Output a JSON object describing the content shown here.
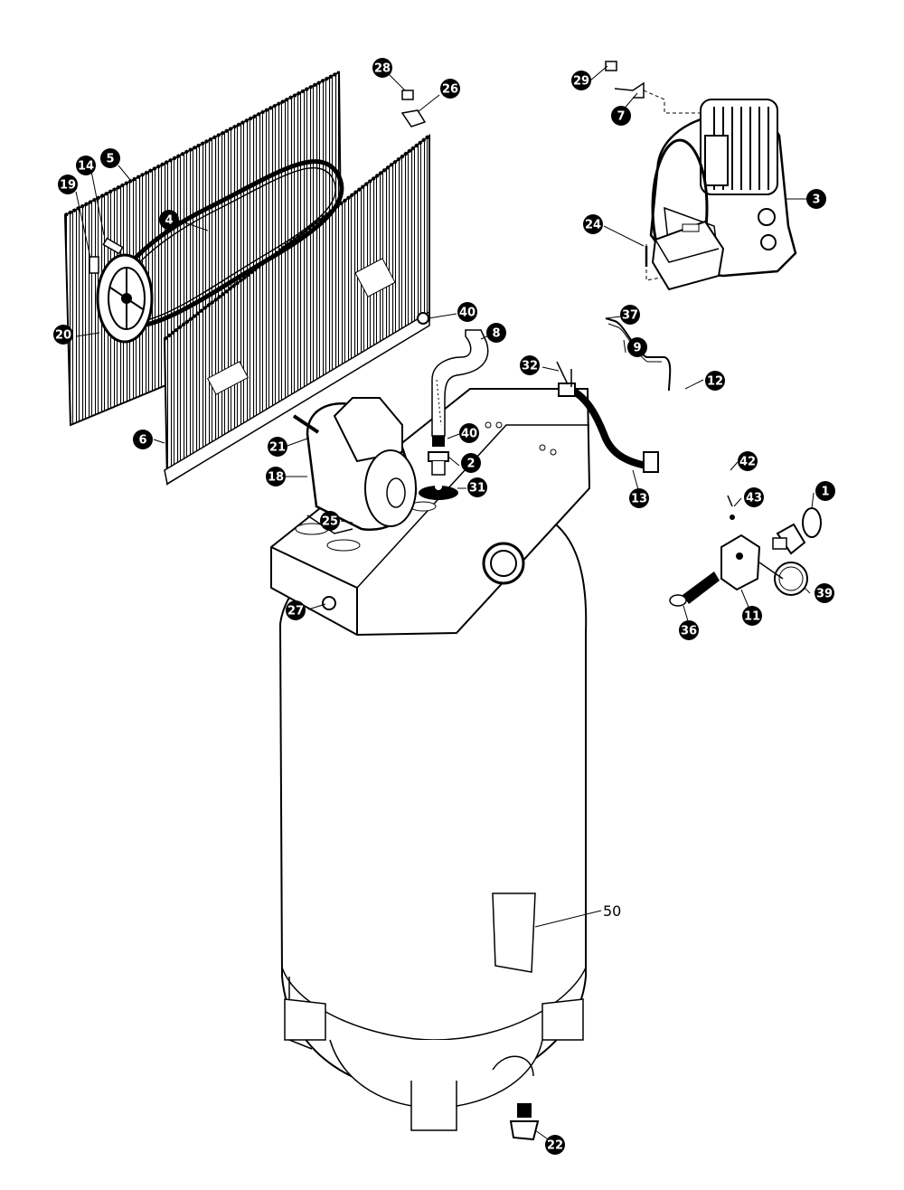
{
  "diagram": {
    "callouts": [
      {
        "id": "c29",
        "label": "29"
      },
      {
        "id": "c7",
        "label": "7"
      },
      {
        "id": "c28",
        "label": "28"
      },
      {
        "id": "c26",
        "label": "26"
      },
      {
        "id": "c3",
        "label": "3"
      },
      {
        "id": "c24",
        "label": "24"
      },
      {
        "id": "c5",
        "label": "5"
      },
      {
        "id": "c14",
        "label": "14"
      },
      {
        "id": "c19",
        "label": "19"
      },
      {
        "id": "c4",
        "label": "4"
      },
      {
        "id": "c20",
        "label": "20"
      },
      {
        "id": "c40a",
        "label": "40"
      },
      {
        "id": "c8",
        "label": "8"
      },
      {
        "id": "c37",
        "label": "37"
      },
      {
        "id": "c9",
        "label": "9"
      },
      {
        "id": "c32",
        "label": "32"
      },
      {
        "id": "c12",
        "label": "12"
      },
      {
        "id": "c6",
        "label": "6"
      },
      {
        "id": "c21",
        "label": "21"
      },
      {
        "id": "c40b",
        "label": "40"
      },
      {
        "id": "c2",
        "label": "2"
      },
      {
        "id": "c18",
        "label": "18"
      },
      {
        "id": "c31",
        "label": "31"
      },
      {
        "id": "c13",
        "label": "13"
      },
      {
        "id": "c42",
        "label": "42"
      },
      {
        "id": "c43",
        "label": "43"
      },
      {
        "id": "c1",
        "label": "1"
      },
      {
        "id": "c25",
        "label": "25"
      },
      {
        "id": "c27",
        "label": "27"
      },
      {
        "id": "c39",
        "label": "39"
      },
      {
        "id": "c36",
        "label": "36"
      },
      {
        "id": "c11",
        "label": "11"
      },
      {
        "id": "c22",
        "label": "22"
      }
    ],
    "plain_label": "50",
    "stroke_color": "#000000",
    "fill_color": "#ffffff"
  }
}
